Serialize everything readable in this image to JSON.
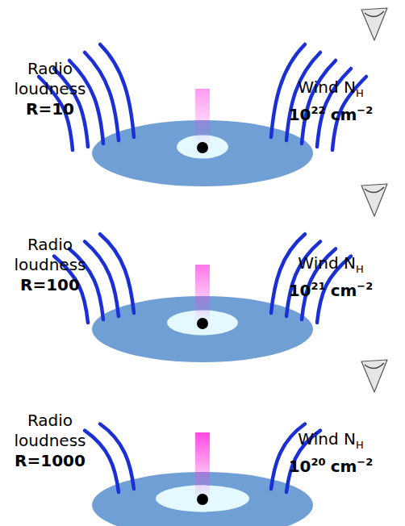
{
  "diagram": {
    "labels": [
      "Radio loudness",
      "R=10",
      "Wind N",
      "H",
      "10",
      "22",
      "cm",
      "−2",
      "Radio loudness",
      "R=100",
      "Wind N",
      "H",
      "10",
      "21",
      "cm",
      "−2",
      "Radio loudness",
      "R=1000",
      "Wind N",
      "H",
      "10",
      "20",
      "cm",
      "−2"
    ]
  }
}
